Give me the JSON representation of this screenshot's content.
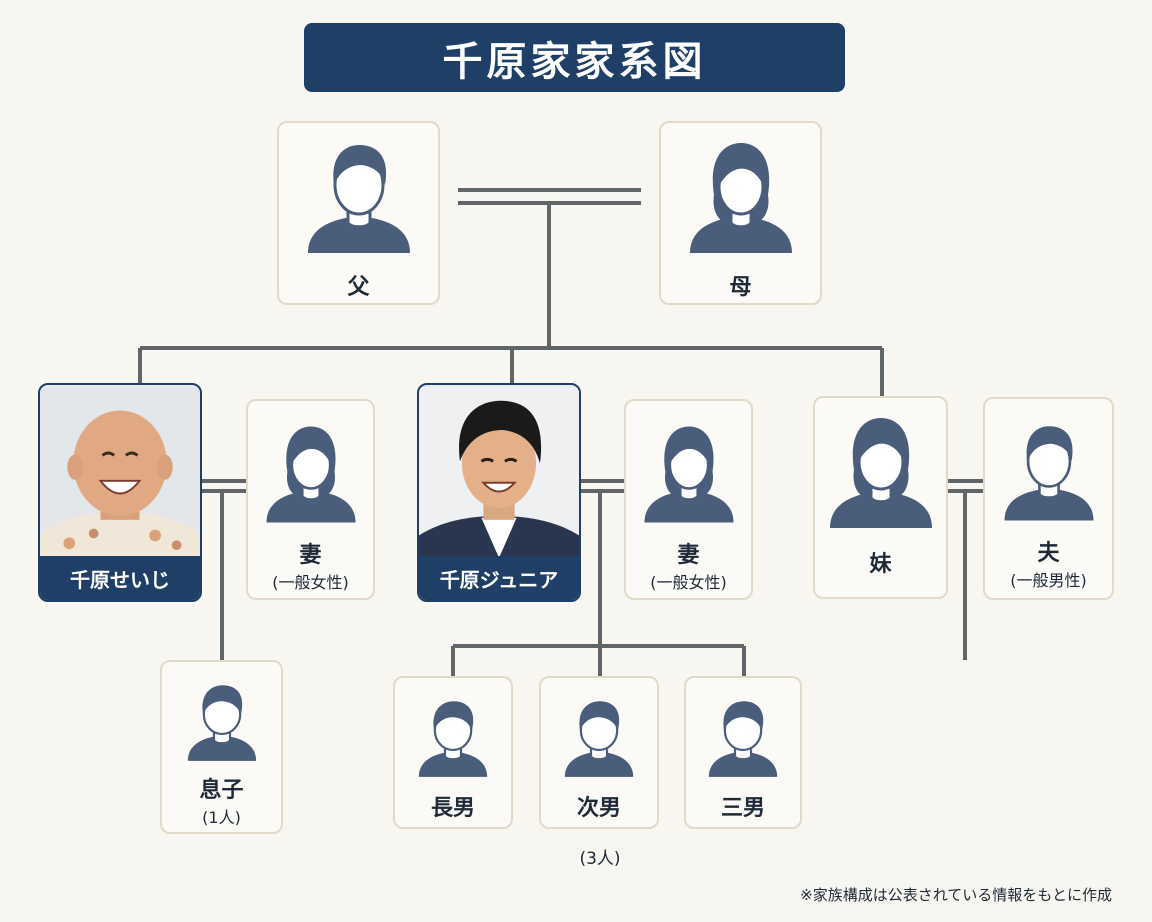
{
  "title": "千原家家系図",
  "colors": {
    "banner": "#1f3f66",
    "line": "#5f6569",
    "card_border": "#e2d9c6",
    "avatar": "#4a5e7c"
  },
  "parents": {
    "father": {
      "label": "父",
      "icon": "male-avatar-icon"
    },
    "mother": {
      "label": "母",
      "icon": "female-avatar-icon"
    }
  },
  "children": {
    "seiji": {
      "name": "千原せいじ",
      "icon": "photo-portrait"
    },
    "seiji_wife": {
      "label": "妻",
      "note": "(一般女性)",
      "icon": "female-avatar-icon"
    },
    "junior": {
      "name": "千原ジュニア",
      "icon": "photo-portrait"
    },
    "junior_wife": {
      "label": "妻",
      "note": "(一般女性)",
      "icon": "female-avatar-icon"
    },
    "sister": {
      "label": "妹",
      "icon": "female-avatar-icon"
    },
    "sister_husband": {
      "label": "夫",
      "note": "(一般男性)",
      "icon": "male-avatar-icon"
    }
  },
  "grandchildren": {
    "seiji_son": {
      "label": "息子",
      "note": "(1人)",
      "icon": "boy-avatar-icon"
    },
    "junior_sons": [
      {
        "label": "長男",
        "icon": "boy-avatar-icon"
      },
      {
        "label": "次男",
        "icon": "boy-avatar-icon"
      },
      {
        "label": "三男",
        "icon": "boy-avatar-icon"
      }
    ],
    "junior_sons_note": "(3人)"
  },
  "footnote": "※家族構成は公表されている情報をもとに作成"
}
